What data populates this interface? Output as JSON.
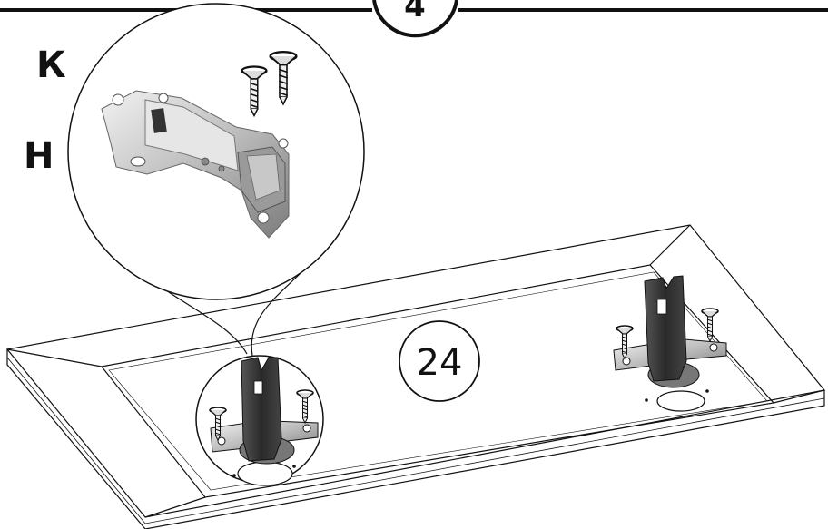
{
  "step": {
    "number": "4"
  },
  "legend": {
    "letter_top": "К",
    "letter_bottom": "Н"
  },
  "panel": {
    "part_number": "24"
  },
  "colors": {
    "ink": "#111111",
    "panel_fill": "#ffffff",
    "metal_light": "#d9d9d9",
    "metal_dark": "#8a8a8a",
    "hinge_dark": "#2a2a2a"
  },
  "icons": {
    "zoom_callout": "magnifier-circle",
    "screw": "countersunk-screw-icon",
    "hinge": "concealed-hinge-icon"
  }
}
